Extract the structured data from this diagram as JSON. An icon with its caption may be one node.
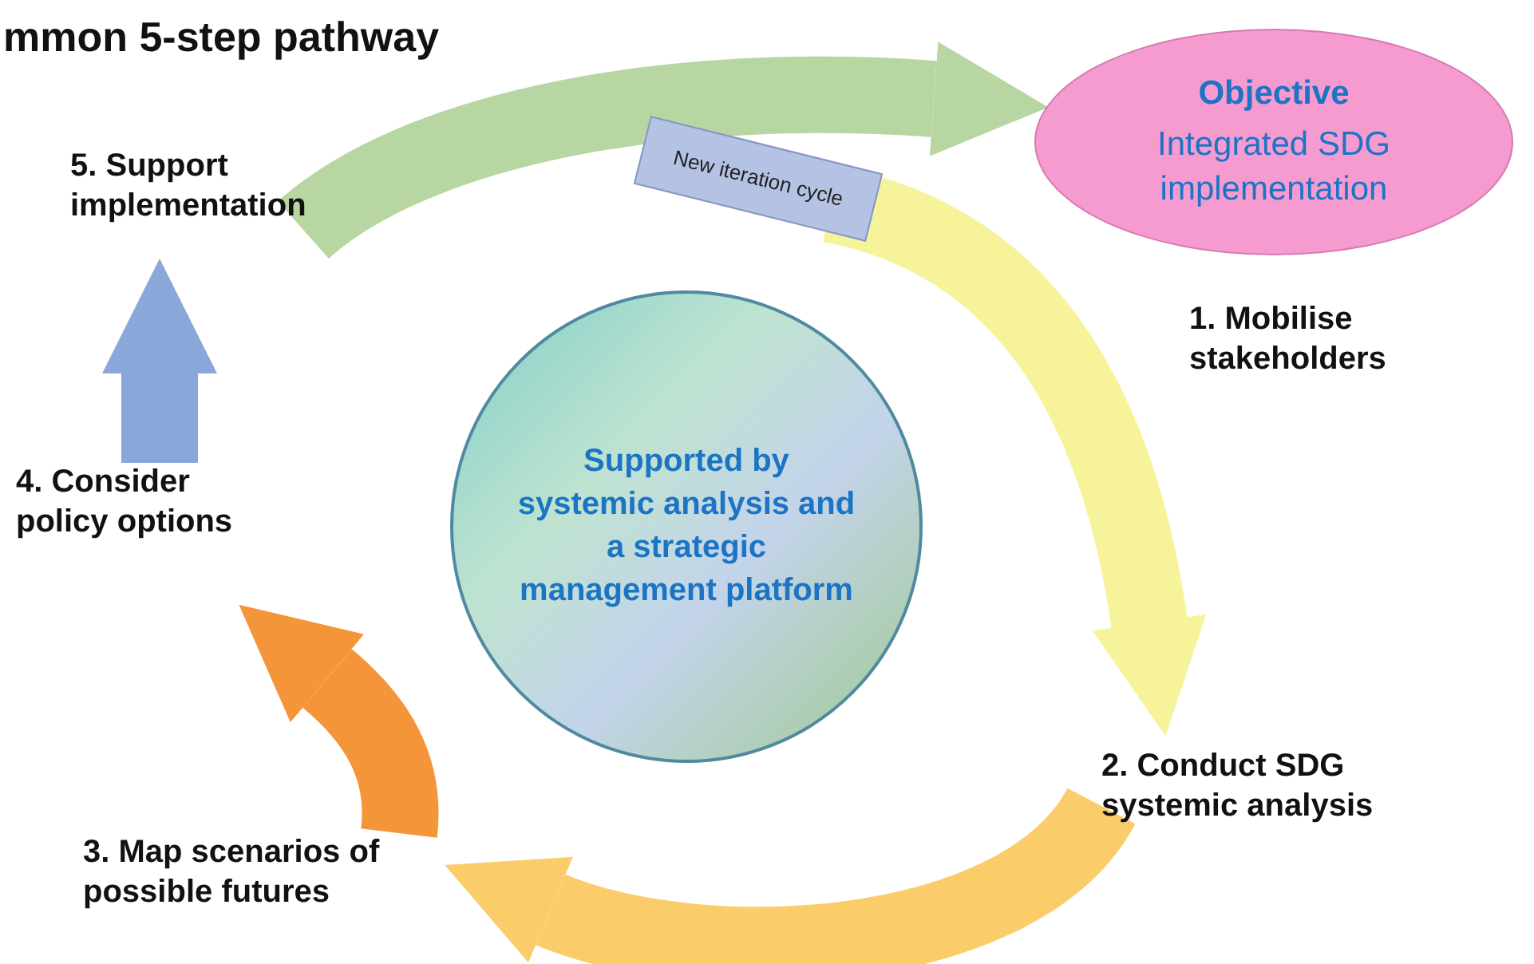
{
  "diagram": {
    "title": "mmon 5-step pathway",
    "nodes": [
      {
        "text": [
          "Objective",
          "Integrated SDG implementation"
        ]
      },
      {
        "text": [
          "New iteration cycle"
        ]
      },
      {
        "text": [
          "5. Support implementation"
        ]
      },
      {
        "text": [
          "1. Mobilise stakeholders"
        ]
      },
      {
        "text": [
          "Supported by systemic analysis and a strategic management platform"
        ]
      },
      {
        "text": [
          "4. Consider policy options"
        ]
      },
      {
        "text": [
          "2. Conduct SDG systemic analysis"
        ]
      },
      {
        "text": [
          "3. Map scenarios of possible futures"
        ]
      }
    ],
    "edges": [
      {
        "from": 1,
        "to": 6,
        "arrow": "to",
        "color": "#f7f39a"
      },
      {
        "from": 6,
        "to": 7,
        "arrow": "to",
        "color": "#fbcd6a"
      },
      {
        "from": 7,
        "to": 5,
        "arrow": "to",
        "color": "#f4953a"
      },
      {
        "from": 5,
        "to": 2,
        "arrow": "to",
        "color": "#8ba6d9"
      },
      {
        "from": 2,
        "to": 0,
        "arrow": "to",
        "color": "#b7d6a2"
      }
    ]
  }
}
